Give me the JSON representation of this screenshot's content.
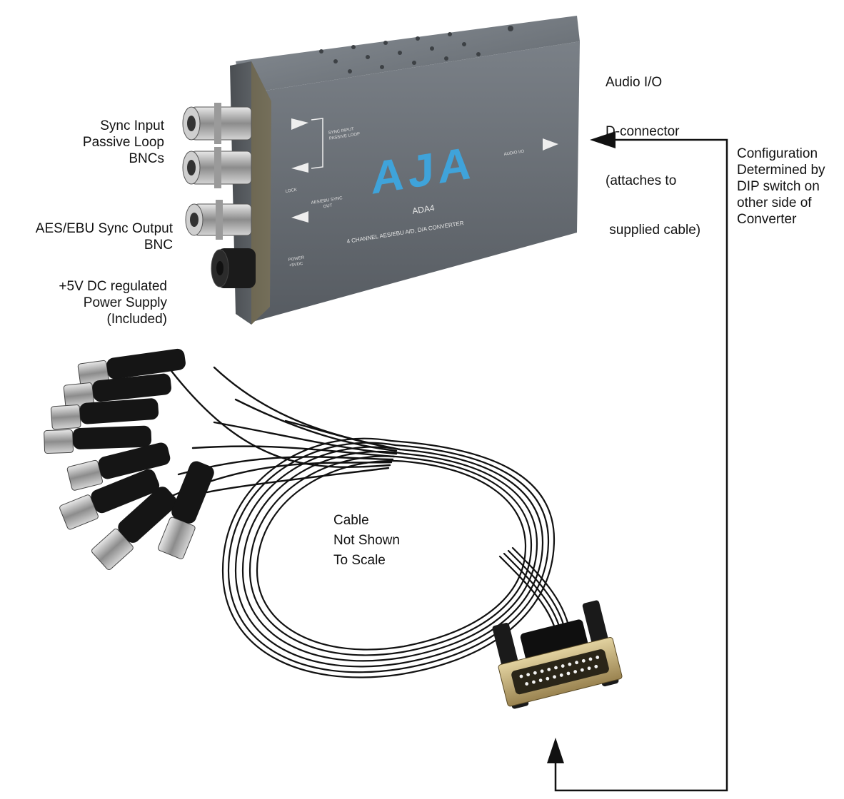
{
  "callouts": {
    "sync_input": [
      "Sync Input",
      "Passive Loop",
      "BNCs"
    ],
    "aes_output": [
      "AES/EBU Sync Output",
      "BNC"
    ],
    "power_supply": [
      "+5V DC regulated",
      "Power Supply",
      "(Included)"
    ],
    "audio_io": [
      "Audio I/O",
      "D-connector",
      "(attaches to",
      " supplied cable)"
    ],
    "configuration": [
      "Configuration",
      "Determined by",
      "DIP switch on",
      "other side of",
      "Converter"
    ],
    "cable_note": [
      "Cable",
      "Not Shown",
      "To Scale"
    ]
  },
  "device": {
    "brand": "AJA",
    "model": "ADA4",
    "description": "4 CHANNEL AES/EBU A/D, D/A CONVERTER",
    "panel_labels": {
      "sync_input": [
        "SYNC INPUT",
        "PASSIVE LOOP"
      ],
      "lock": "LOCK",
      "aes_sync_out": [
        "AES/EBU SYNC",
        "OUT"
      ],
      "power": [
        "POWER",
        "+5VDC"
      ],
      "audio_io": "AUDIO I/O"
    }
  },
  "colors": {
    "device_body": "#6b7178",
    "logo": "#3fa3da",
    "cable": "#111111",
    "connector_metal": "#b9b9b9",
    "dsub_shell": "#c9b27a"
  }
}
